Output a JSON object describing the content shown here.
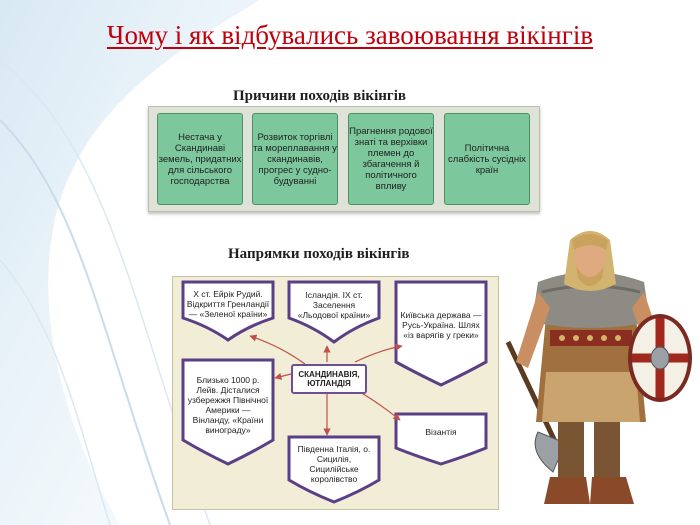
{
  "title": "Чому і як відбувались завоювання вікінгів",
  "causes_heading": "Причини походів вікінгів",
  "causes": [
    "Нестача у Скандинаві земель, придатних для сільського господарства",
    "Розвиток торгівлі та мореплавання у скандинавів, прогрес у судно-будуванні",
    "Прагнення родової знаті та верхівки племен до збагачення й політичного впливу",
    "Політична слабкість сусідніх країн"
  ],
  "directions_heading": "Напрямки походів вікінгів",
  "center": "СКАНДИНАВІЯ, ЮТЛАНДІЯ",
  "directions": {
    "greenland": "X ст. Ейрік Рудий. Відкриття Гренландії — «Зеленої країни»",
    "iceland": "Ісландія. IX ст. Заселення «Льодової країни»",
    "rus": "Київська держава — Русь-Україна. Шлях «із варягів у греки»",
    "vinland": "Близько 1000 р. Лейв. Дісталися узбережжя Північної Америки — Вінланду, «Країни винограду»",
    "byzantium": "Візантія",
    "italy": "Південна Італія, о. Сицилія, Сицилійське королівство"
  },
  "colors": {
    "title": "#c0000c",
    "cause_box": "#7cc79b",
    "shield_border": "#5b3f86",
    "arrow": "#c0504d"
  }
}
